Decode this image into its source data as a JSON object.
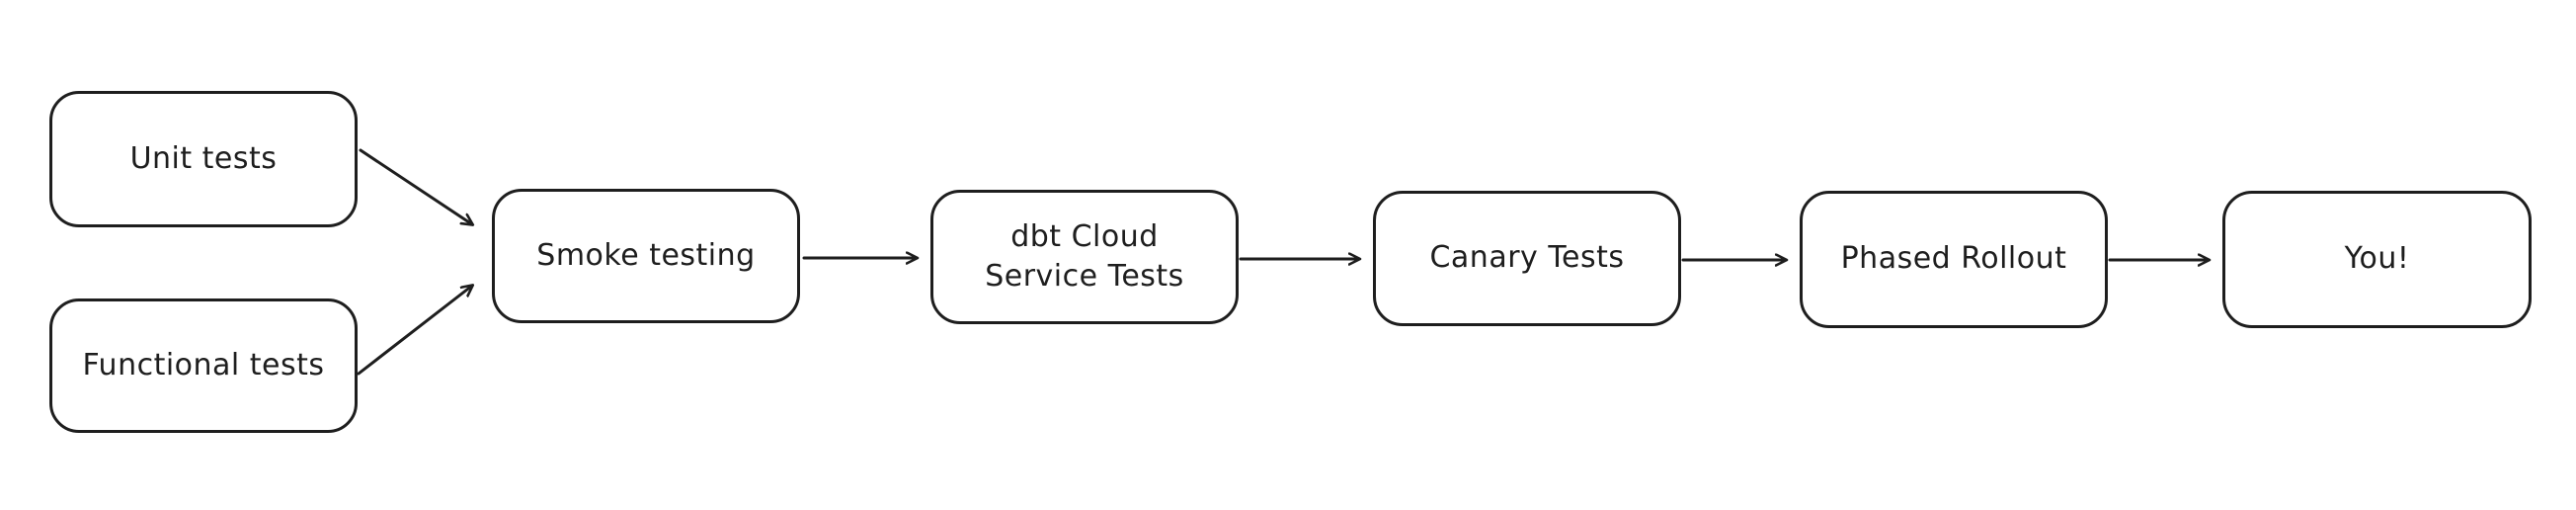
{
  "diagram": {
    "type": "flowchart",
    "style": "hand-drawn",
    "colors": {
      "stroke": "#1e1e1e",
      "node_fill": "#ffffff",
      "background": "#ffffff"
    },
    "nodes": {
      "unit_tests": {
        "label": "Unit tests"
      },
      "functional_tests": {
        "label": "Functional tests"
      },
      "smoke_testing": {
        "label": "Smoke testing"
      },
      "dbt_cloud_service_tests": {
        "line1": "dbt Cloud",
        "line2": "Service Tests"
      },
      "canary_tests": {
        "label": "Canary Tests"
      },
      "phased_rollout": {
        "label": "Phased Rollout"
      },
      "you": {
        "label": "You!"
      }
    },
    "edges": [
      {
        "from": "Unit tests",
        "to": "Smoke testing"
      },
      {
        "from": "Functional tests",
        "to": "Smoke testing"
      },
      {
        "from": "Smoke testing",
        "to": "dbt Cloud Service Tests"
      },
      {
        "from": "dbt Cloud Service Tests",
        "to": "Canary Tests"
      },
      {
        "from": "Canary Tests",
        "to": "Phased Rollout"
      },
      {
        "from": "Phased Rollout",
        "to": "You!"
      }
    ]
  }
}
